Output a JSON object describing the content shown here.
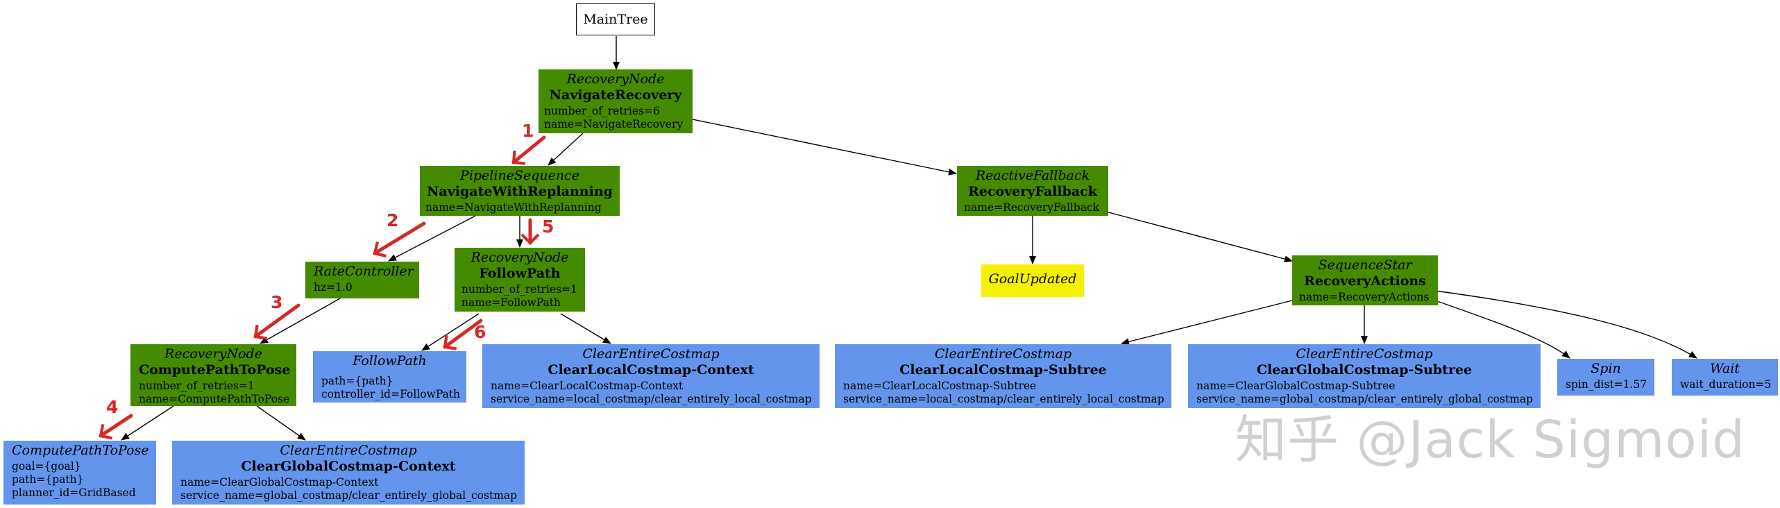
{
  "root": {
    "label": "MainTree"
  },
  "nodes": {
    "navigate_recovery": {
      "type": "RecoveryNode",
      "name": "NavigateRecovery",
      "params": [
        "number_of_retries=6",
        "name=NavigateRecovery"
      ]
    },
    "navigate_with_replanning": {
      "type": "PipelineSequence",
      "name": "NavigateWithReplanning",
      "params": [
        "name=NavigateWithReplanning"
      ]
    },
    "rate_controller": {
      "type": "RateController",
      "params": [
        "hz=1.0"
      ]
    },
    "follow_path_recovery": {
      "type": "RecoveryNode",
      "name": "FollowPath",
      "params": [
        "number_of_retries=1",
        "name=FollowPath"
      ]
    },
    "compute_path_recovery": {
      "type": "RecoveryNode",
      "name": "ComputePathToPose",
      "params": [
        "number_of_retries=1",
        "name=ComputePathToPose"
      ]
    },
    "follow_path_action": {
      "type": "FollowPath",
      "params": [
        "path={path}",
        "controller_id=FollowPath"
      ]
    },
    "clear_local_context": {
      "type": "ClearEntireCostmap",
      "name": "ClearLocalCostmap-Context",
      "params": [
        "name=ClearLocalCostmap-Context",
        "service_name=local_costmap/clear_entirely_local_costmap"
      ]
    },
    "compute_path_action": {
      "type": "ComputePathToPose",
      "params": [
        "goal={goal}",
        "path={path}",
        "planner_id=GridBased"
      ]
    },
    "clear_global_context": {
      "type": "ClearEntireCostmap",
      "name": "ClearGlobalCostmap-Context",
      "params": [
        "name=ClearGlobalCostmap-Context",
        "service_name=global_costmap/clear_entirely_global_costmap"
      ]
    },
    "recovery_fallback": {
      "type": "ReactiveFallback",
      "name": "RecoveryFallback",
      "params": [
        "name=RecoveryFallback"
      ]
    },
    "goal_updated": {
      "type": "GoalUpdated"
    },
    "recovery_actions": {
      "type": "SequenceStar",
      "name": "RecoveryActions",
      "params": [
        "name=RecoveryActions"
      ]
    },
    "clear_local_subtree": {
      "type": "ClearEntireCostmap",
      "name": "ClearLocalCostmap-Subtree",
      "params": [
        "name=ClearLocalCostmap-Subtree",
        "service_name=local_costmap/clear_entirely_local_costmap"
      ]
    },
    "clear_global_subtree": {
      "type": "ClearEntireCostmap",
      "name": "ClearGlobalCostmap-Subtree",
      "params": [
        "name=ClearGlobalCostmap-Subtree",
        "service_name=global_costmap/clear_entirely_global_costmap"
      ]
    },
    "spin": {
      "type": "Spin",
      "params": [
        "spin_dist=1.57"
      ]
    },
    "wait": {
      "type": "Wait",
      "params": [
        "wait_duration=5"
      ]
    }
  },
  "steps": [
    "1",
    "2",
    "3",
    "4",
    "5",
    "6"
  ],
  "watermark": "知乎 @Jack Sigmoid",
  "colors": {
    "control": "#458b00",
    "action": "#6495ed",
    "condition": "#f5f100",
    "annotation": "#d62828"
  }
}
